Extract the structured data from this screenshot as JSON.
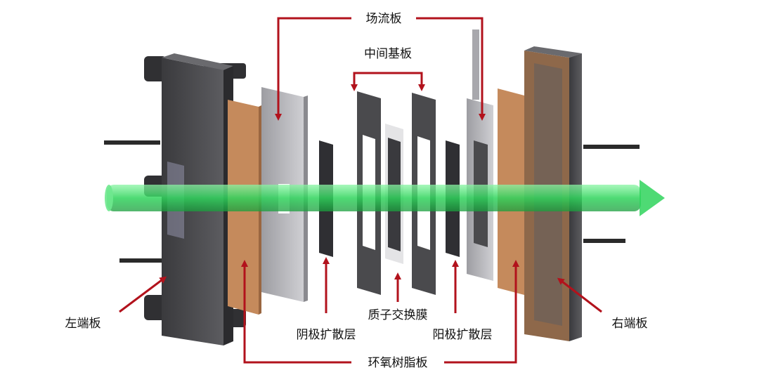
{
  "labels": {
    "flow_field_plate": "场流板",
    "middle_base_plate": "中间基板",
    "left_end_plate": "左端板",
    "right_end_plate": "右端板",
    "cathode_diffusion_layer": "阴极扩散层",
    "proton_exchange_membrane": "质子交换膜",
    "anode_diffusion_layer": "阳极扩散层",
    "epoxy_resin_plate": "环氧树脂板"
  },
  "colors": {
    "arrow": "#b2121c",
    "end_plate": "#4a4a4d",
    "epoxy": "#c58a5c",
    "flow_plate": "#b9b9bd",
    "diffusion": "#2f2f33",
    "beam": "#3ee06a"
  }
}
